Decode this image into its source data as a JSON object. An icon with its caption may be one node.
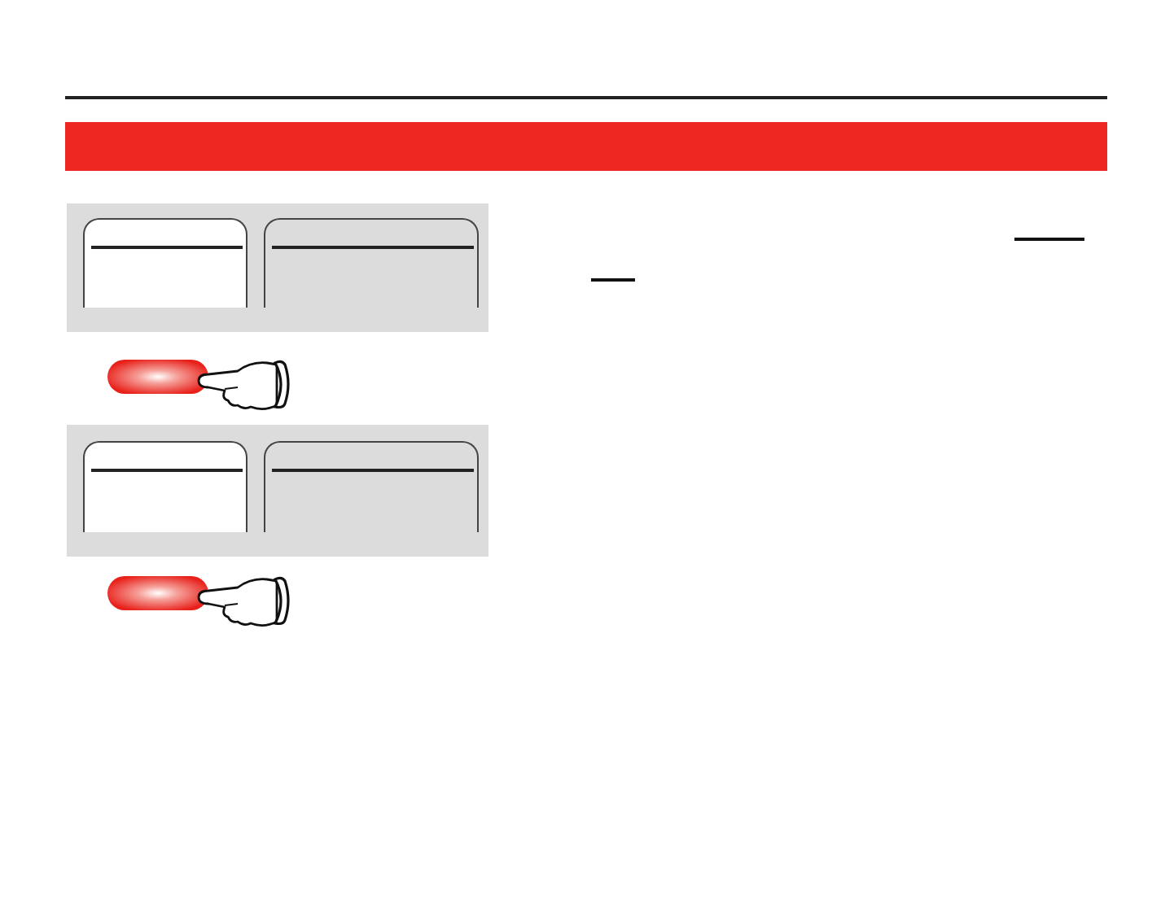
{
  "diagram": {
    "nodes": [
      {
        "text": [],
        "shape": "box"
      },
      {
        "text": [],
        "shape": "box",
        "in": 0
      },
      {
        "text": [],
        "shape": "box",
        "in": 0
      },
      {
        "text": [],
        "shape": "picture"
      },
      {
        "text": [],
        "shape": "box"
      },
      {
        "text": [],
        "shape": "box",
        "in": 4
      },
      {
        "text": [],
        "shape": "box",
        "in": 4
      },
      {
        "text": [],
        "shape": "picture"
      }
    ]
  }
}
